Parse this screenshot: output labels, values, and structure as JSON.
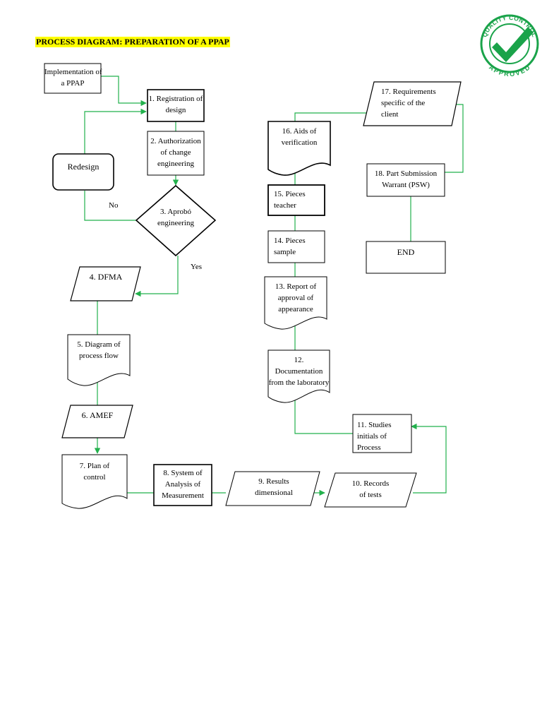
{
  "title": "PROCESS DIAGRAM: PREPARATION OF A PPAP",
  "badge": {
    "top_text": "QUALITY CONTROL",
    "bottom_text": "APPROVED",
    "color": "#1aa34a"
  },
  "colors": {
    "connector": "#22b14c",
    "shape_stroke": "#000000"
  },
  "nodes": {
    "implementation": [
      "Implementation of",
      "a PPAP"
    ],
    "n1": [
      "1. Registration of",
      "design"
    ],
    "n2": [
      "2. Authorization",
      "of change",
      "engineering"
    ],
    "n3": [
      "3. Aprobó",
      "engineering"
    ],
    "redesign": [
      "Redesign"
    ],
    "n4": [
      "4. DFMA"
    ],
    "n5": [
      "5. Diagram of",
      "process flow"
    ],
    "n6": [
      "6. AMEF"
    ],
    "n7": [
      "7. Plan of",
      "control"
    ],
    "n8": [
      "8. System of",
      "Analysis of",
      "Measurement"
    ],
    "n9": [
      "9. Results",
      "dimensional"
    ],
    "n10": [
      "10. Records",
      "of tests"
    ],
    "n11": [
      "11. Studies",
      "initials of",
      "Process"
    ],
    "n12": [
      "12.",
      "Documentation",
      "from the laboratory"
    ],
    "n13": [
      "13. Report of",
      "approval of",
      "appearance"
    ],
    "n14": [
      "14. Pieces",
      "sample"
    ],
    "n15": [
      "15. Pieces",
      "teacher"
    ],
    "n16": [
      "16. Aids of",
      "verification"
    ],
    "n17": [
      "17. Requirements",
      "specific of the",
      "client"
    ],
    "n18": [
      "18. Part Submission",
      "Warrant (PSW)"
    ],
    "end": [
      "END"
    ]
  },
  "edge_labels": {
    "no": "No",
    "yes": "Yes"
  }
}
